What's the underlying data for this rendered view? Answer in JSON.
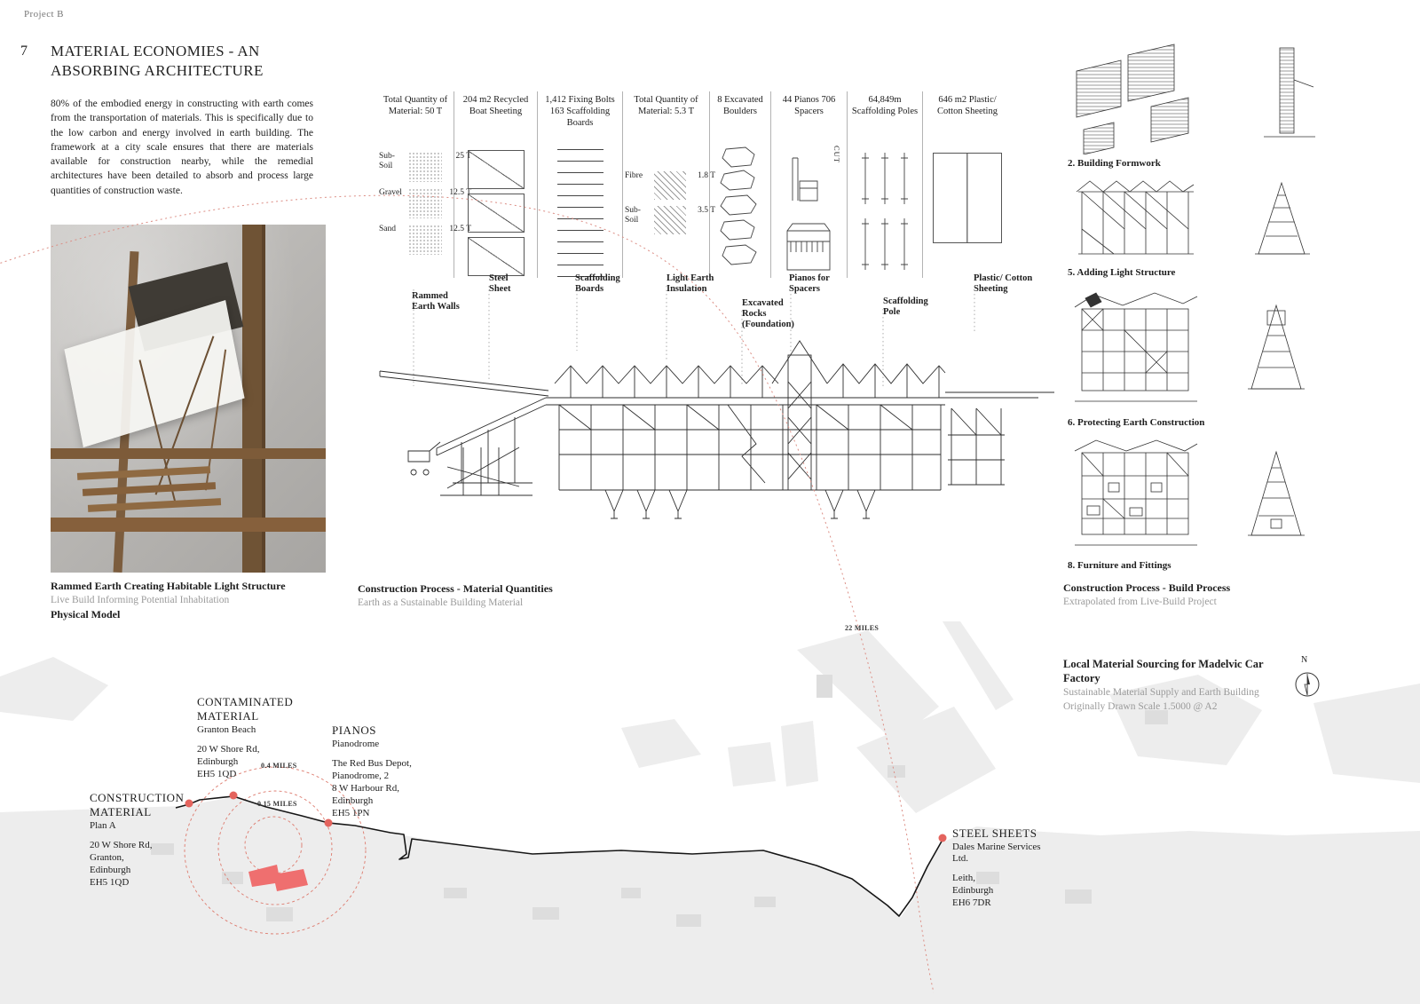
{
  "page": {
    "project_label": "Project B",
    "section_number": "7",
    "title_line1": "MATERIAL ECONOMIES - AN",
    "title_line2": "ABSORBING ARCHITECTURE",
    "intro": "80% of the embodied energy in constructing with earth comes from the transportation of materials. This is specifically due to the low carbon and energy involved in earth building. The framework at a city scale ensures that there are materials available for construction nearby, while the remedial architectures have been detailed to absorb and process large quantities of construction waste."
  },
  "colors": {
    "accent_red": "#ef6f6f",
    "land_gray": "#ededed",
    "route_black": "#161616"
  },
  "photo": {
    "caption_title": "Rammed Earth Creating Habitable Light Structure",
    "caption_sub": "Live Build Informing Potential Inhabitation",
    "caption_type": "Physical Model"
  },
  "quantities": {
    "columns": [
      {
        "header": "Total Quantity of Material: 50 T",
        "rows": [
          {
            "label": "Sub- Soil",
            "value": "25 T"
          },
          {
            "label": "Gravel",
            "value": "12.5 T"
          },
          {
            "label": "Sand",
            "value": "12.5 T"
          }
        ]
      },
      {
        "header": "204 m2 Recycled Boat Sheeting"
      },
      {
        "header": "1,412 Fixing Bolts 163 Scaffolding Boards"
      },
      {
        "header": "Total Quantity of Material: 5.3 T",
        "rows": [
          {
            "label": "Fibre",
            "value": "1.8 T"
          },
          {
            "label": "Sub- Soil",
            "value": "3.5 T"
          }
        ]
      },
      {
        "header": "8 Excavated Boulders"
      },
      {
        "header": "44 Pianos 706 Spacers",
        "note": "CUT"
      },
      {
        "header": "64,849m Scaffolding Poles"
      },
      {
        "header": "646 m2 Plastic/ Cotton Sheeting"
      }
    ],
    "footers": [
      "Rammed Earth Walls",
      "Steel Sheet",
      "Scaffolding Boards",
      "Light Earth Insulation",
      "Excavated Rocks (Foundation)",
      "Pianos for Spacers",
      "Scaffolding Pole",
      "Plastic/ Cotton Sheeting"
    ],
    "caption_title": "Construction Process - Material Quantities",
    "caption_sub": "Earth as a Sustainable Building Material"
  },
  "process": {
    "steps": [
      {
        "label": "2. Building Formwork"
      },
      {
        "label": "5. Adding Light Structure"
      },
      {
        "label": "6. Protecting Earth Construction"
      },
      {
        "label": "8. Furniture and Fittings"
      }
    ],
    "caption_title": "Construction Process - Build Process",
    "caption_sub": "Extrapolated from Live-Build Project"
  },
  "map": {
    "title": "Local Material Sourcing for Madelvic Car Factory",
    "subtitle": "Sustainable Material Supply and Earth Building",
    "scale_note": "Originally Drawn Scale 1.5000 @ A2",
    "compass_label": "N",
    "distances": {
      "far": "22 MILES",
      "mid": "0.4 MILES",
      "near": "0.15 MILES"
    },
    "locations": [
      {
        "name": "CONTAMINATED MATERIAL",
        "sub": "Granton Beach",
        "address": [
          "20 W Shore Rd,",
          "Edinburgh",
          "EH5 1QD"
        ]
      },
      {
        "name": "PIANOS",
        "sub": "Pianodrome",
        "address": [
          "The Red Bus Depot,",
          "Pianodrome, 2",
          "8 W Harbour Rd,",
          "Edinburgh",
          "EH5 1PN"
        ]
      },
      {
        "name": "CONSTRUCTION MATERIAL",
        "sub": "Plan A",
        "address": [
          "20 W Shore Rd,",
          "Granton,",
          "Edinburgh",
          "EH5 1QD"
        ]
      },
      {
        "name": "STEEL SHEETS",
        "sub": "Dales Marine Services Ltd.",
        "address": [
          "Leith,",
          "Edinburgh",
          "EH6 7DR"
        ]
      }
    ]
  }
}
